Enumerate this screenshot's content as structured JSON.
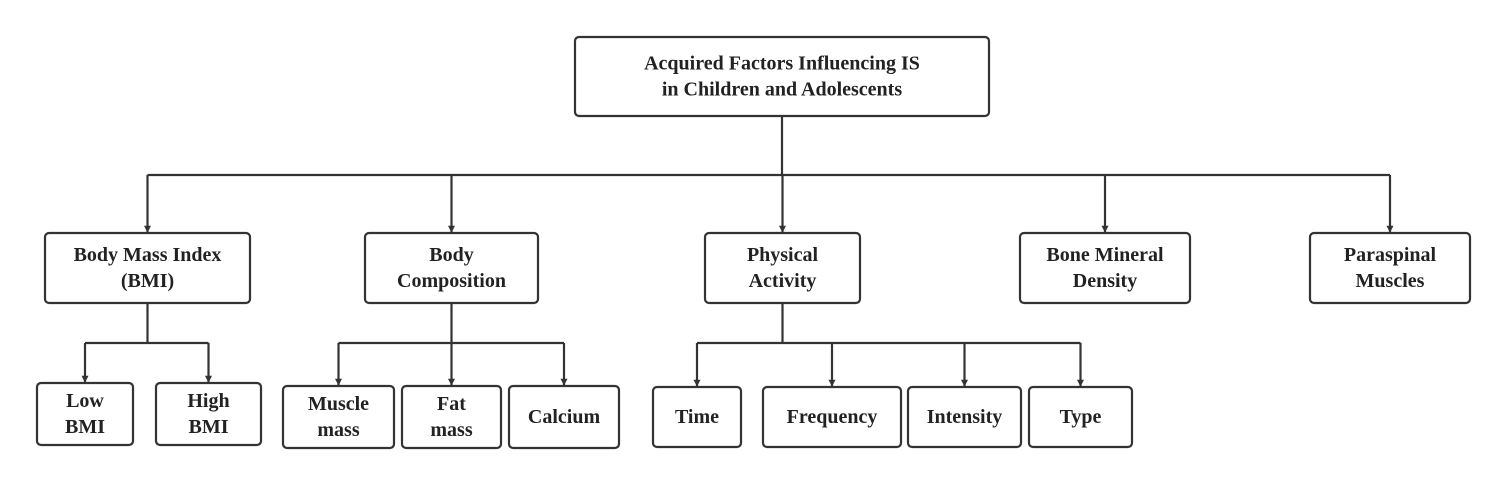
{
  "diagram": {
    "root": {
      "lines": [
        "Acquired Factors Influencing IS",
        "in Children and Adolescents"
      ]
    },
    "categories": [
      {
        "id": "bmi",
        "lines": [
          "Body Mass Index",
          "(BMI)"
        ],
        "children": [
          {
            "id": "low-bmi",
            "lines": [
              "Low",
              "BMI"
            ]
          },
          {
            "id": "high-bmi",
            "lines": [
              "High",
              "BMI"
            ]
          }
        ]
      },
      {
        "id": "body-composition",
        "lines": [
          "Body",
          "Composition"
        ],
        "children": [
          {
            "id": "muscle-mass",
            "lines": [
              "Muscle",
              "mass"
            ]
          },
          {
            "id": "fat-mass",
            "lines": [
              "Fat",
              "mass"
            ]
          },
          {
            "id": "calcium",
            "lines": [
              "Calcium"
            ]
          }
        ]
      },
      {
        "id": "physical-activity",
        "lines": [
          "Physical",
          "Activity"
        ],
        "children": [
          {
            "id": "time",
            "lines": [
              "Time"
            ]
          },
          {
            "id": "frequency",
            "lines": [
              "Frequency"
            ]
          },
          {
            "id": "intensity",
            "lines": [
              "Intensity"
            ]
          },
          {
            "id": "type",
            "lines": [
              "Type"
            ]
          }
        ]
      },
      {
        "id": "bone-mineral-density",
        "lines": [
          "Bone Mineral",
          "Density"
        ],
        "children": []
      },
      {
        "id": "paraspinal-muscles",
        "lines": [
          "Paraspinal",
          "Muscles"
        ],
        "children": []
      }
    ],
    "colors": {
      "stroke": "#333333",
      "text": "#222222",
      "fill": "#ffffff"
    }
  }
}
